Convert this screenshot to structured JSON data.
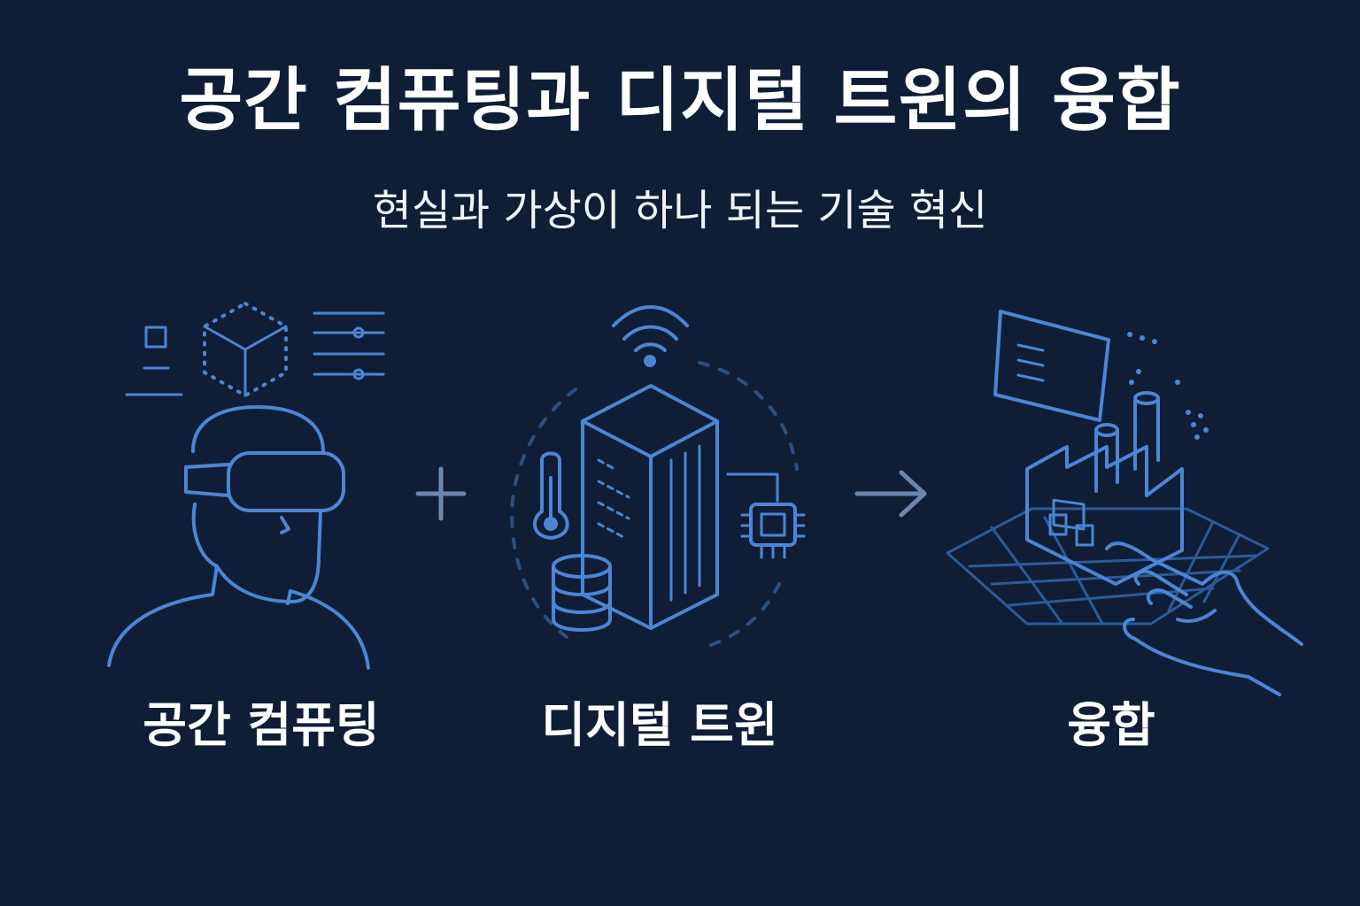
{
  "header": {
    "title": "공간 컴퓨팅과 디지털 트윈의 융합",
    "subtitle": "현실과 가상이 하나 되는 기술 혁신"
  },
  "panels": [
    {
      "label": "공간 컴퓨팅",
      "icon": "vr-headset-user-icon"
    },
    {
      "label": "디지털 트윈",
      "icon": "connected-building-icon"
    },
    {
      "label": "융합",
      "icon": "factory-hand-interaction-icon"
    }
  ],
  "connectors": {
    "between_first": "plus-icon",
    "between_second": "arrow-right-icon"
  },
  "colors": {
    "background": "#0f1e36",
    "line": "#4c85d4",
    "text": "#ffffff"
  }
}
